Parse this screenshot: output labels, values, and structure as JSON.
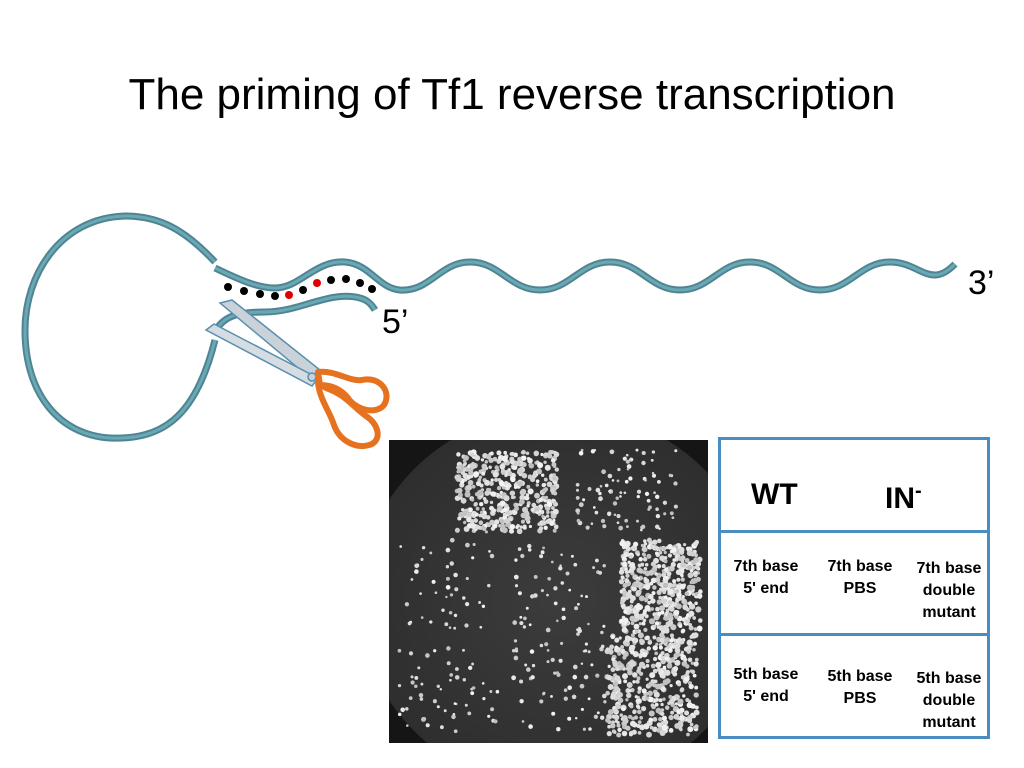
{
  "title": "The priming of Tf1 reverse transcription",
  "labels": {
    "three_prime": "3’",
    "five_prime": "5’"
  },
  "colors": {
    "rna_strand": "#5b96a3",
    "primer_dot": "#000000",
    "mutated_base_dot": "#e00000",
    "scissors_handle": "#e6711f",
    "scissors_blade": "#c9d2d8",
    "legend_border": "#4a8dc0"
  },
  "icons": [
    "scissors-icon"
  ],
  "legend": {
    "header_wt": "WT",
    "header_in": "IN",
    "header_in_sup": "-",
    "rows": [
      [
        "7th base\n5' end",
        "7th base\nPBS",
        "7th base\ndouble\nmutant"
      ],
      [
        "5th base\n5' end",
        "5th base\nPBS",
        "5th base\ndouble\nmutant"
      ]
    ]
  }
}
